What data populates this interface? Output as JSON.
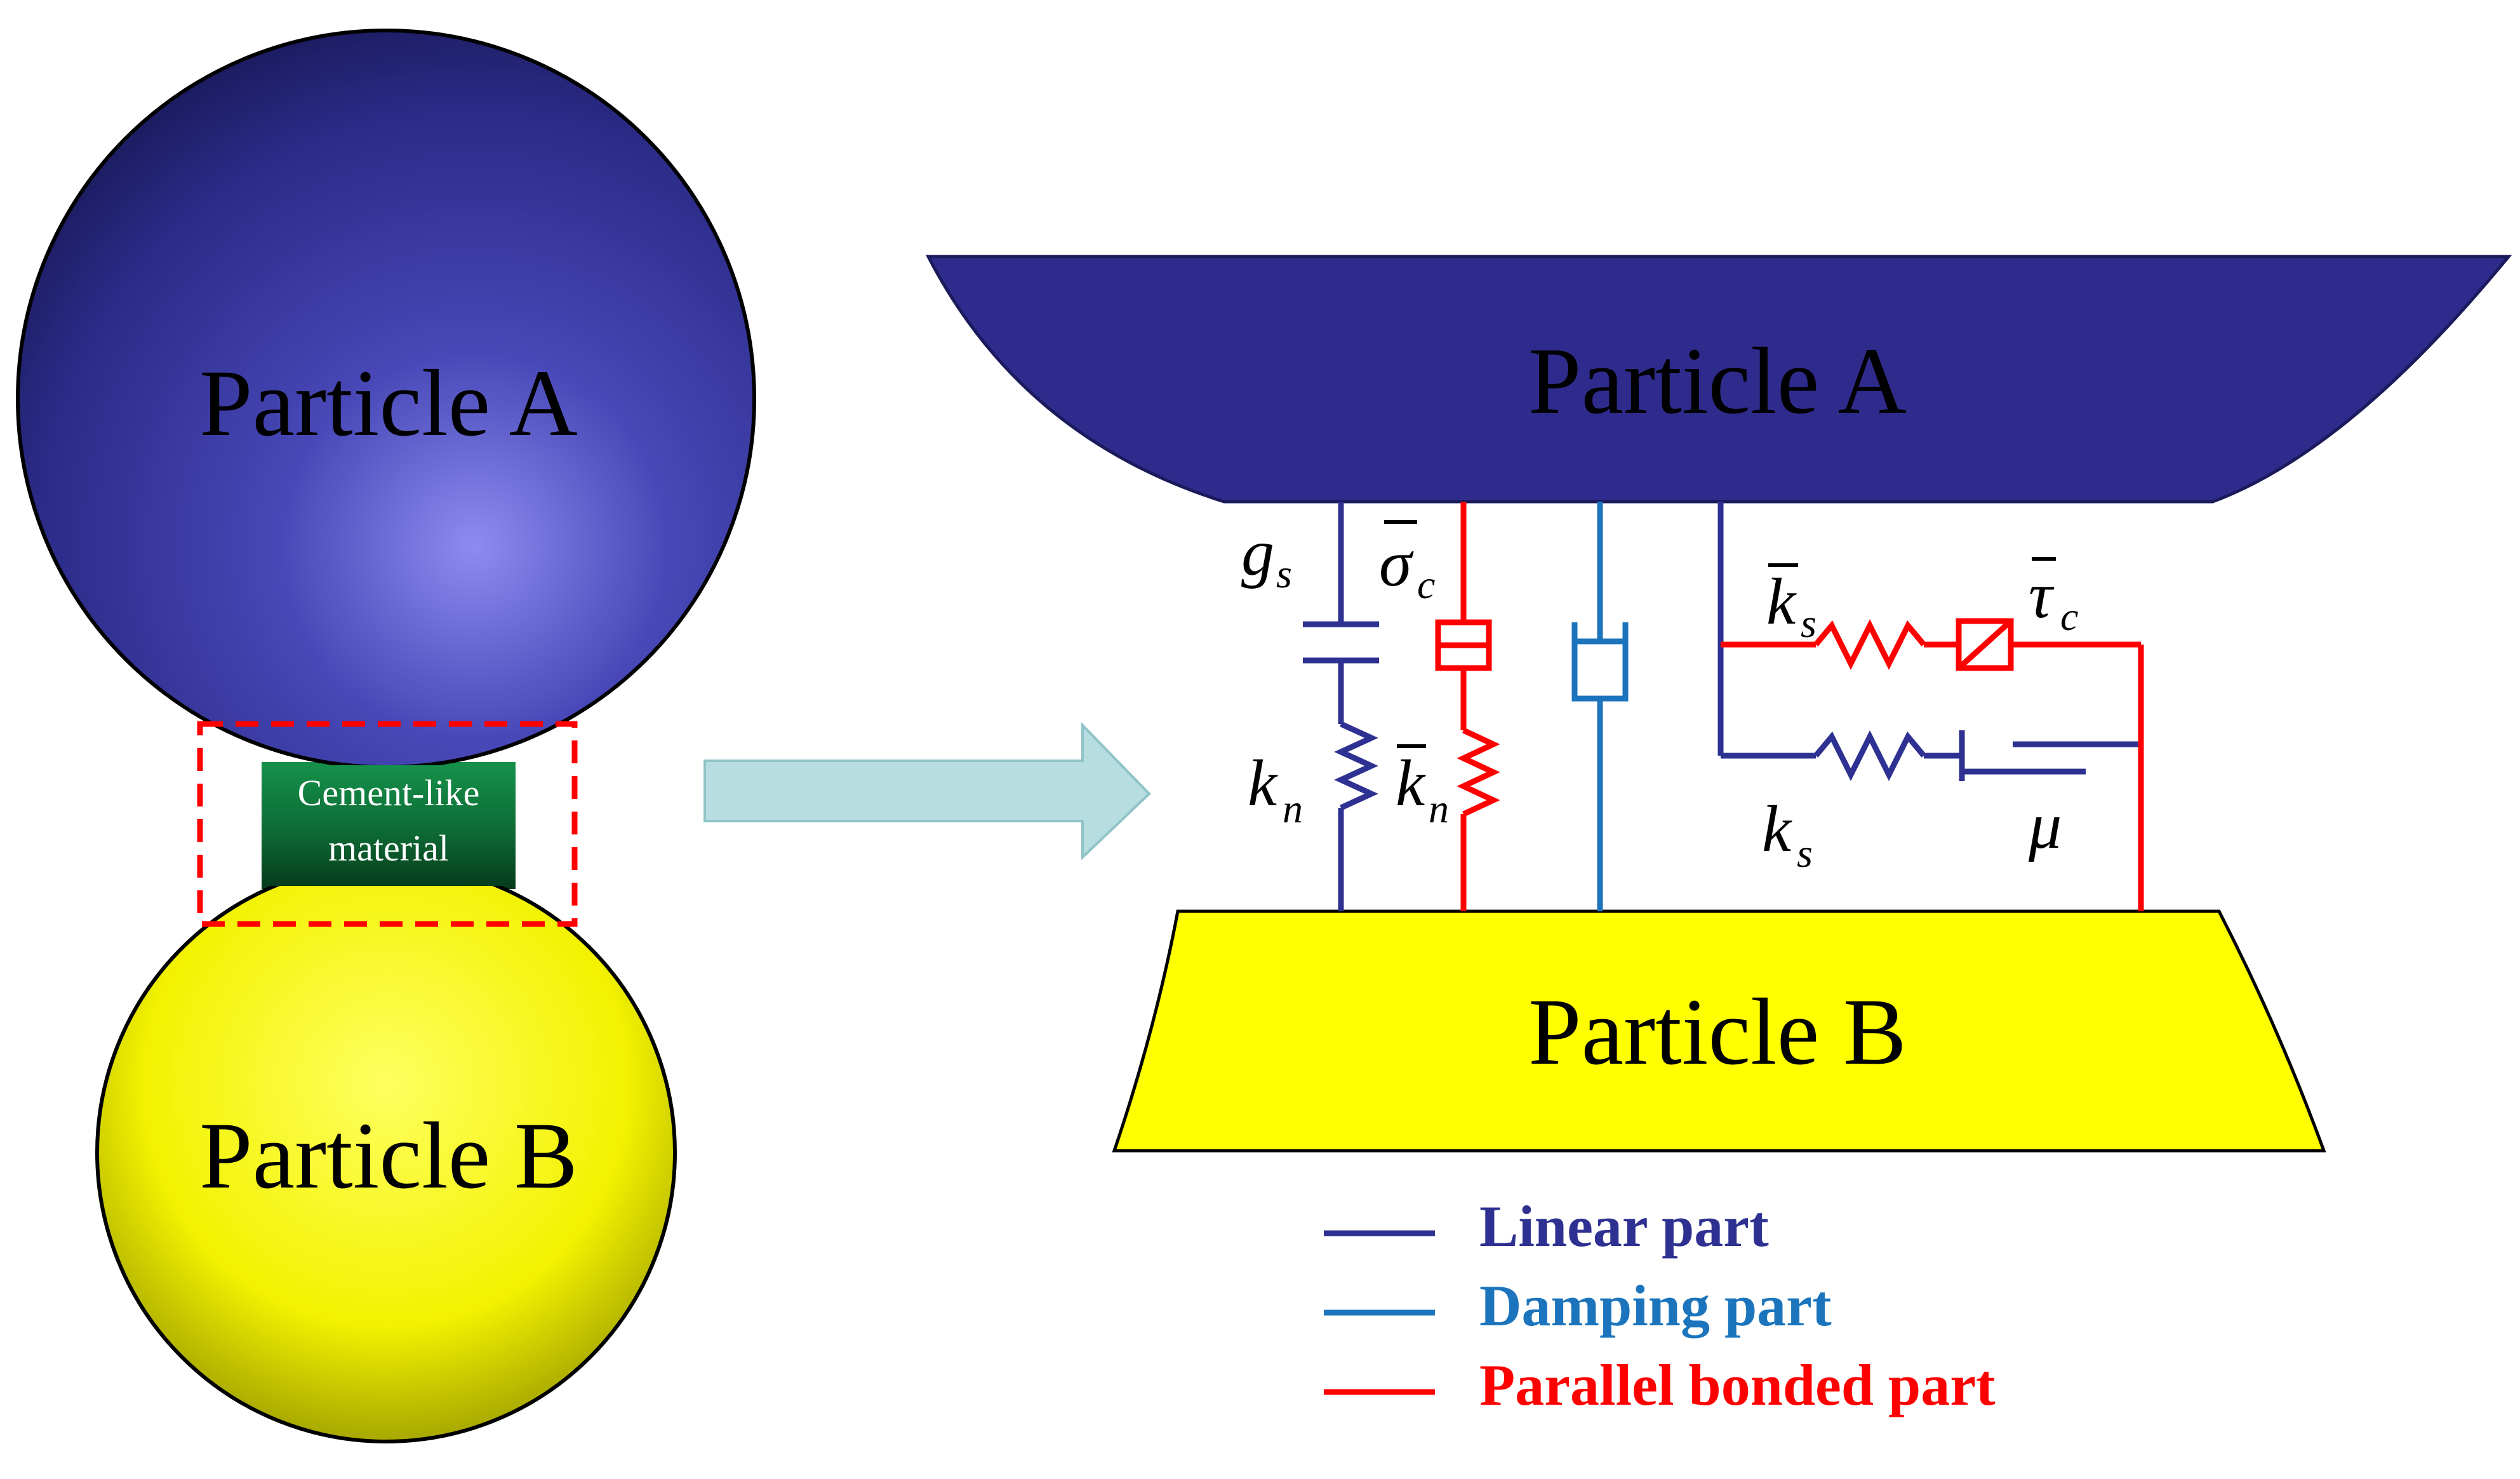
{
  "left_figure": {
    "particle_a_label": "Particle A",
    "particle_b_label": "Particle B",
    "cement_label_line1": "Cement-like",
    "cement_label_line2": "material"
  },
  "right_figure": {
    "particle_a_label": "Particle A",
    "particle_b_label": "Particle B",
    "symbols": {
      "gap": {
        "base": "g",
        "sub": "s"
      },
      "bond_tensile_strength": {
        "base": "σ",
        "sub": "c"
      },
      "normal_stiffness": {
        "base": "k",
        "sub": "n"
      },
      "bond_normal_stiffness": {
        "base": "k",
        "sub": "n"
      },
      "bond_shear_stiffness": {
        "base": "k",
        "sub": "s"
      },
      "bond_shear_strength": {
        "base": "τ",
        "sub": "c"
      },
      "shear_stiffness": {
        "base": "k",
        "sub": "s"
      },
      "friction": {
        "base": "μ"
      }
    }
  },
  "legend": [
    {
      "label": "Linear part",
      "color": "#2e3192"
    },
    {
      "label": "Damping part",
      "color": "#1c75bc"
    },
    {
      "label": "Parallel bonded part",
      "color": "#ff0000"
    }
  ],
  "colors": {
    "particle_a": "#2e2b8c",
    "particle_b": "#ffff00",
    "cement": "#0f7a3c",
    "arrow": "#b7dde1",
    "selection_box": "#ff0000"
  },
  "icons": [
    "right-arrow-icon"
  ]
}
